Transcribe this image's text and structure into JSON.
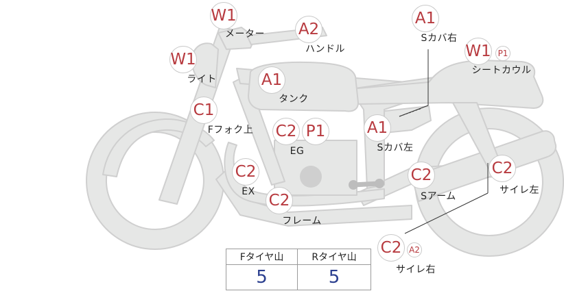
{
  "parts": [
    {
      "id": "meter",
      "label": "メーター",
      "grade": "W1",
      "sub": ""
    },
    {
      "id": "handle",
      "label": "ハンドル",
      "grade": "A2",
      "sub": ""
    },
    {
      "id": "light",
      "label": "ライト",
      "grade": "W1",
      "sub": ""
    },
    {
      "id": "tank",
      "label": "タンク",
      "grade": "A1",
      "sub": ""
    },
    {
      "id": "front-fork-upper",
      "label": "Fフォク上",
      "grade": "C1",
      "sub": ""
    },
    {
      "id": "engine",
      "label": "EG",
      "grade": "C2",
      "sub": "P1"
    },
    {
      "id": "exhaust",
      "label": "EX",
      "grade": "C2",
      "sub": ""
    },
    {
      "id": "frame",
      "label": "フレーム",
      "grade": "C2",
      "sub": ""
    },
    {
      "id": "side-cover-right",
      "label": "Sカバ右",
      "grade": "A1",
      "sub": ""
    },
    {
      "id": "seat-cowl",
      "label": "シートカウル",
      "grade": "W1",
      "sub": "P1"
    },
    {
      "id": "side-cover-left",
      "label": "Sカバ左",
      "grade": "A1",
      "sub": ""
    },
    {
      "id": "swing-arm",
      "label": "Sアーム",
      "grade": "C2",
      "sub": ""
    },
    {
      "id": "silencer-left",
      "label": "サイレ左",
      "grade": "C2",
      "sub": ""
    },
    {
      "id": "silencer-right",
      "label": "サイレ右",
      "grade": "C2",
      "sub": "A2"
    }
  ],
  "tread": {
    "front_label": "Fタイヤ山",
    "rear_label": "Rタイヤ山",
    "front_value": "5",
    "rear_value": "5"
  },
  "colors": {
    "badge_text": "#b73a3f",
    "value_text": "#2b3f8f",
    "bike_fill": "#e6e7e6",
    "bike_stroke": "#cfd0cf"
  }
}
